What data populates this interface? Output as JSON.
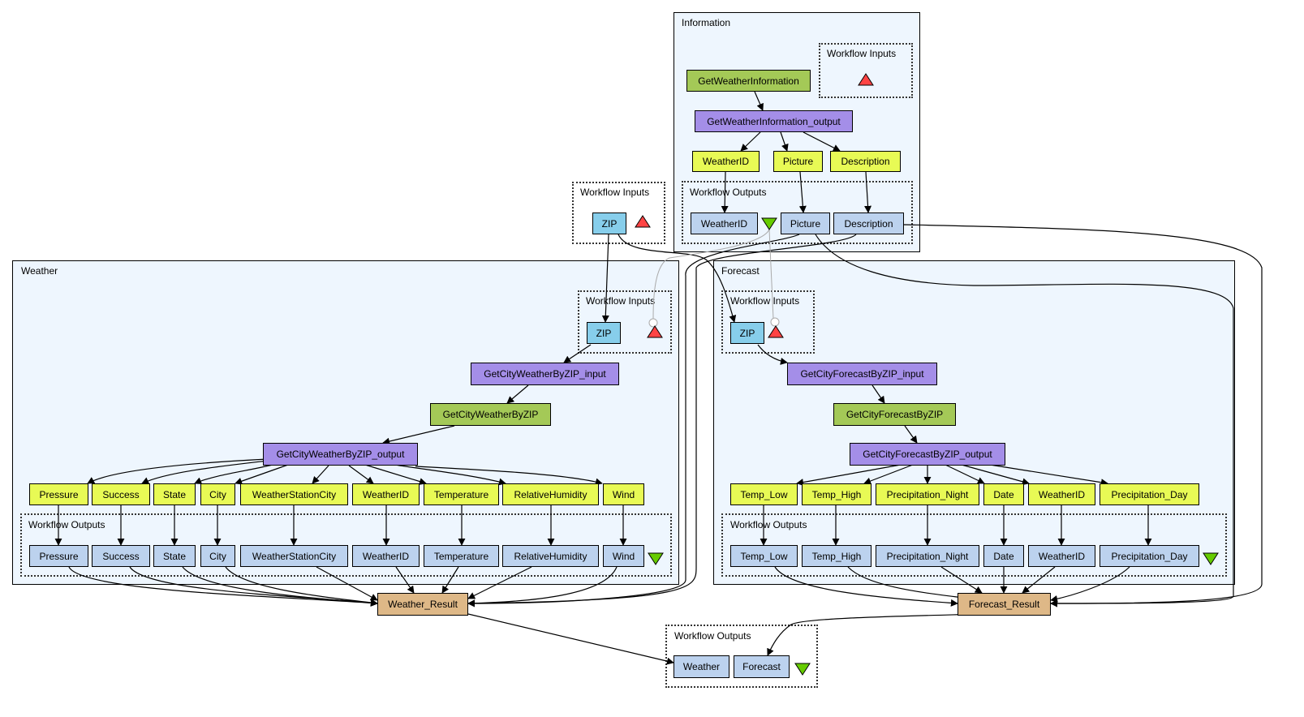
{
  "colors": {
    "processor": "#a4c957",
    "port": "#a48ee8",
    "split": "#e8fa55",
    "output": "#bcd2ee",
    "input": "#87ceeb",
    "merge": "#deb887",
    "cluster_fill": "#eef6fe",
    "input_triangle": "#ff4444",
    "output_triangle": "#66cc00"
  },
  "clusters": {
    "information": "Information",
    "information_inputs": "Workflow Inputs",
    "information_outputs": "Workflow Outputs",
    "top_inputs": "Workflow Inputs",
    "weather": "Weather",
    "weather_inputs": "Workflow Inputs",
    "weather_outputs": "Workflow Outputs",
    "forecast": "Forecast",
    "forecast_inputs": "Workflow Inputs",
    "forecast_outputs": "Workflow Outputs",
    "final_outputs": "Workflow Outputs"
  },
  "nodes": {
    "get_weather_information": "GetWeatherInformation",
    "get_weather_information_output": "GetWeatherInformation_output",
    "info_weatherid": "WeatherID",
    "info_picture": "Picture",
    "info_description": "Description",
    "info_out_weatherid": "WeatherID",
    "info_out_picture": "Picture",
    "info_out_description": "Description",
    "top_zip": "ZIP",
    "weather_zip": "ZIP",
    "weather_input": "GetCityWeatherByZIP_input",
    "weather_proc": "GetCityWeatherByZIP",
    "weather_output": "GetCityWeatherByZIP_output",
    "w_pressure": "Pressure",
    "w_success": "Success",
    "w_state": "State",
    "w_city": "City",
    "w_station": "WeatherStationCity",
    "w_weatherid": "WeatherID",
    "w_temperature": "Temperature",
    "w_humidity": "RelativeHumidity",
    "w_wind": "Wind",
    "wo_pressure": "Pressure",
    "wo_success": "Success",
    "wo_state": "State",
    "wo_city": "City",
    "wo_station": "WeatherStationCity",
    "wo_weatherid": "WeatherID",
    "wo_temperature": "Temperature",
    "wo_humidity": "RelativeHumidity",
    "wo_wind": "Wind",
    "forecast_zip": "ZIP",
    "forecast_input": "GetCityForecastByZIP_input",
    "forecast_proc": "GetCityForecastByZIP",
    "forecast_output": "GetCityForecastByZIP_output",
    "f_temp_low": "Temp_Low",
    "f_temp_high": "Temp_High",
    "f_precip_night": "Precipitation_Night",
    "f_date": "Date",
    "f_weatherid": "WeatherID",
    "f_precip_day": "Precipitation_Day",
    "fo_temp_low": "Temp_Low",
    "fo_temp_high": "Temp_High",
    "fo_precip_night": "Precipitation_Night",
    "fo_date": "Date",
    "fo_weatherid": "WeatherID",
    "fo_precip_day": "Precipitation_Day",
    "weather_result": "Weather_Result",
    "forecast_result": "Forecast_Result",
    "final_weather": "Weather",
    "final_forecast": "Forecast"
  }
}
